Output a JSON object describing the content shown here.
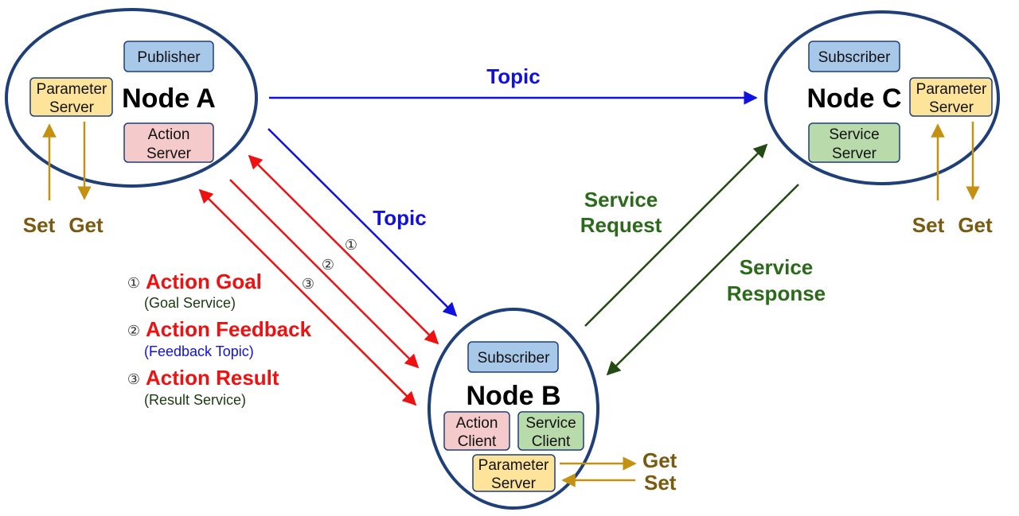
{
  "nodes": {
    "a": {
      "title": "Node A",
      "publisher": "Publisher",
      "param_l1": "Parameter",
      "param_l2": "Server",
      "action_l1": "Action",
      "action_l2": "Server"
    },
    "b": {
      "title": "Node B",
      "subscriber": "Subscriber",
      "action_l1": "Action",
      "action_l2": "Client",
      "service_l1": "Service",
      "service_l2": "Client",
      "param_l1": "Parameter",
      "param_l2": "Server"
    },
    "c": {
      "title": "Node C",
      "subscriber": "Subscriber",
      "param_l1": "Parameter",
      "param_l2": "Server",
      "service_l1": "Service",
      "service_l2": "Server"
    }
  },
  "edges": {
    "topic_ac": "Topic",
    "topic_ab": "Topic",
    "service_request_l1": "Service",
    "service_request_l2": "Request",
    "service_response_l1": "Service",
    "service_response_l2": "Response"
  },
  "markers": {
    "one": "①",
    "two": "②",
    "three": "③"
  },
  "legend": [
    {
      "marker": "①",
      "title": "Action Goal",
      "sub": "(Goal Service)"
    },
    {
      "marker": "②",
      "title": "Action Feedback",
      "sub": "(Feedback Topic)"
    },
    {
      "marker": "③",
      "title": "Action Result",
      "sub": "(Result Service)"
    }
  ],
  "getset": {
    "a_set": "Set",
    "a_get": "Get",
    "c_set": "Set",
    "c_get": "Get",
    "b_get": "Get",
    "b_set": "Set"
  },
  "colors": {
    "node_border": "#1f3f78",
    "topic": "#1010e0",
    "action": "#ee1111",
    "service": "#2a6a1a",
    "service_arrow": "#234a12",
    "getset_arrow": "#c49210",
    "publisher_fill": "#a8c8ea",
    "param_fill": "#fde49a",
    "action_fill": "#f4caca",
    "service_fill": "#b9dbab"
  }
}
